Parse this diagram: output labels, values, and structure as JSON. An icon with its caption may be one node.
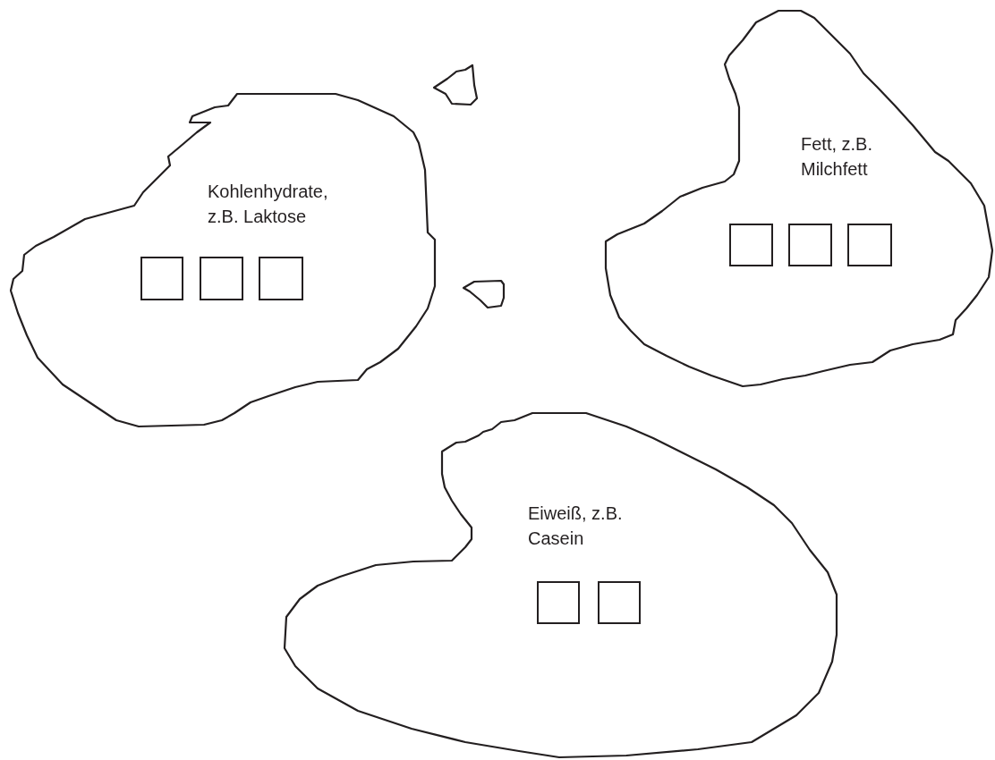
{
  "diagram": {
    "nodes": [
      {
        "text": [
          "Kohlenhydrate, z.B. Laktose"
        ]
      },
      {
        "text": [],
        "shape": "box",
        "in": 0
      },
      {
        "text": [],
        "shape": "box",
        "in": 0
      },
      {
        "text": [],
        "shape": "box",
        "in": 0
      },
      {
        "text": [],
        "shape": "blob"
      },
      {
        "text": [
          "Fett, z.B. Milchfett"
        ]
      },
      {
        "text": [],
        "shape": "box",
        "in": 5
      },
      {
        "text": [],
        "shape": "box",
        "in": 5
      },
      {
        "text": [],
        "shape": "box",
        "in": 5
      },
      {
        "text": [],
        "shape": "blob"
      },
      {
        "text": [
          "Eiweiß, z.B. Casein"
        ]
      },
      {
        "text": [],
        "shape": "box",
        "in": 10
      },
      {
        "text": [],
        "shape": "box",
        "in": 10
      }
    ]
  }
}
